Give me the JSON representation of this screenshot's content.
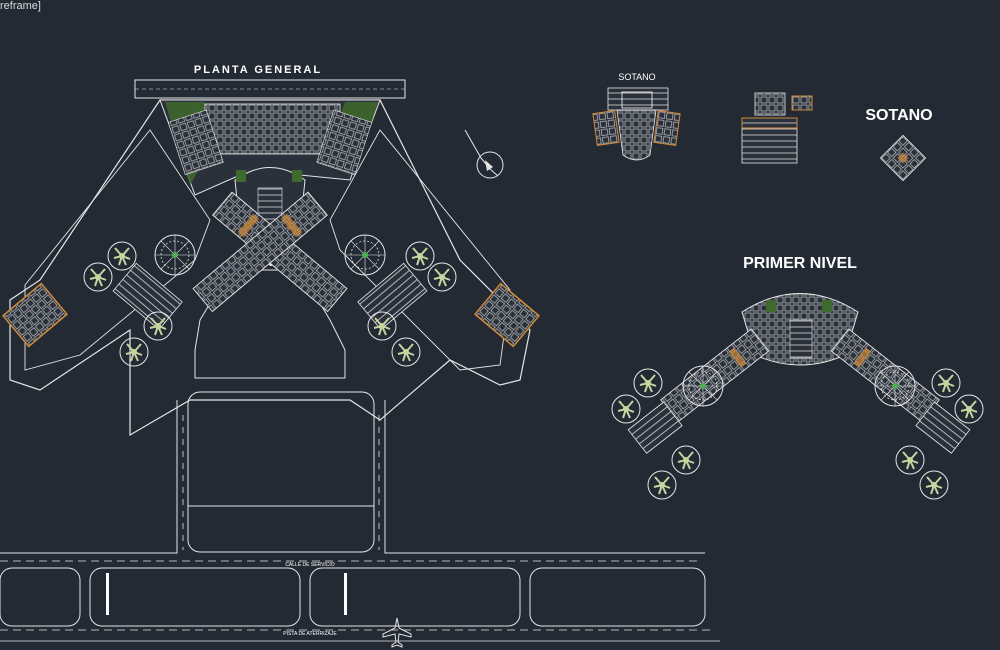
{
  "viewport": {
    "label": "reframe]"
  },
  "titles": {
    "planta_general": "PLANTA GENERAL",
    "sotano_small": "SOTANO",
    "sotano_large": "SOTANO",
    "primer_nivel": "PRIMER NIVEL"
  },
  "streets": {
    "calle": "CALLE DE SERVICIO",
    "pista": "PISTA DE ATERRIZAJE"
  },
  "colors": {
    "background": "#232a33",
    "linework": "#e6e6e6",
    "green_area": "#3f6a2e",
    "orange_detail": "#d08a3a",
    "tree": "#c8d4a0"
  },
  "icons": {
    "north": "north-arrow-icon",
    "plane": "airplane-icon"
  }
}
